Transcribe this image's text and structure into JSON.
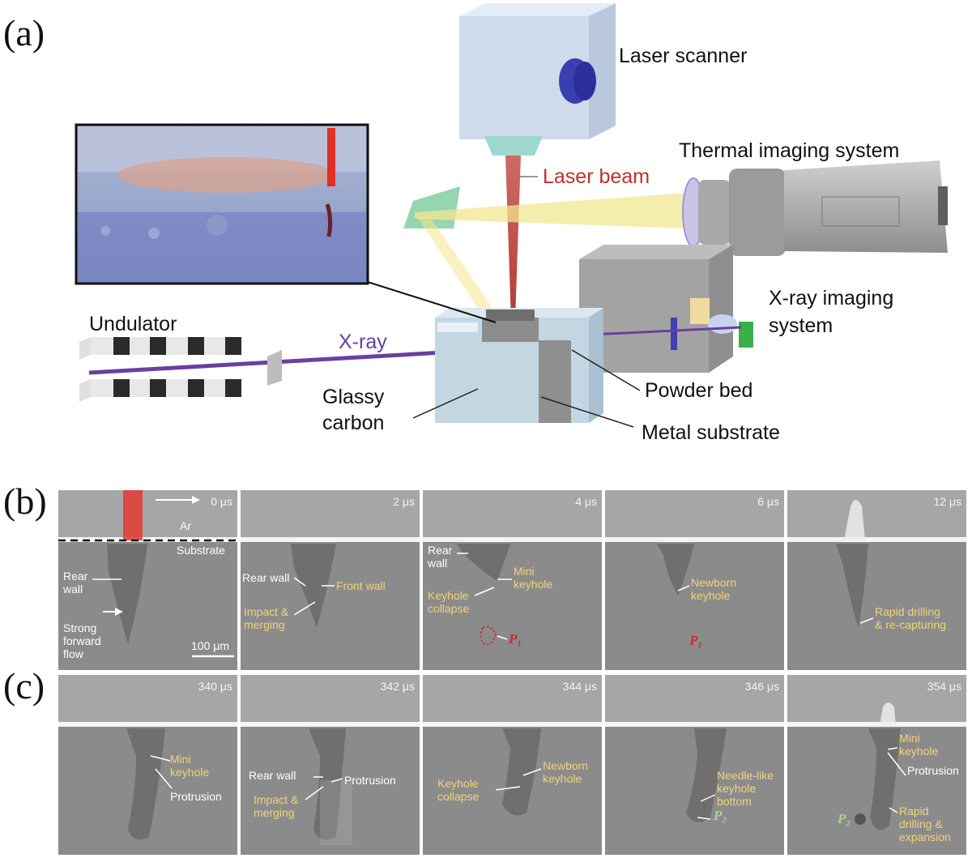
{
  "panel_a": {
    "letter": "(a)",
    "labels": {
      "laser_scanner": "Laser scanner",
      "thermal": "Thermal imaging system",
      "laser_beam": "Laser beam",
      "xray_imaging_1": "X-ray imaging",
      "xray_imaging_2": "system",
      "undulator": "Undulator",
      "xray": "X-ray",
      "powder_bed": "Powder bed",
      "glassy_1": "Glassy",
      "glassy_2": "carbon",
      "metal_substrate": "Metal substrate"
    },
    "colors": {
      "laser": "#c0302c",
      "xray": "#6b3fa0",
      "thermal": "#f2e790"
    }
  },
  "panel_b": {
    "letter": "(b)",
    "frames": [
      {
        "time": "0 μs",
        "ar": "Ar",
        "substrate": "Substrate",
        "rear_wall_1": "Rear",
        "rear_wall_2": "wall",
        "flow_1": "Strong",
        "flow_2": "forward",
        "flow_3": "flow",
        "scale": "100 μm"
      },
      {
        "time": "2 μs",
        "rear_wall": "Rear wall",
        "front_wall": "Front wall",
        "impact_1": "Impact &",
        "impact_2": "merging"
      },
      {
        "time": "4 μs",
        "rear_1": "Rear",
        "rear_2": "wall",
        "mini_1": "Mini",
        "mini_2": "keyhole",
        "collapse_1": "Keyhole",
        "collapse_2": "collapse",
        "p": "P₁"
      },
      {
        "time": "6 μs",
        "newborn_1": "Newborn",
        "newborn_2": "keyhole",
        "p": "P₁"
      },
      {
        "time": "12 μs",
        "rapid_1": "Rapid drilling",
        "rapid_2": "& re-capturing"
      }
    ]
  },
  "panel_c": {
    "letter": "(c)",
    "frames": [
      {
        "time": "340 μs",
        "mini_1": "Mini",
        "mini_2": "keyhole",
        "protrusion": "Protrusion"
      },
      {
        "time": "342 μs",
        "rear_wall": "Rear wall",
        "protrusion": "Protrusion",
        "impact_1": "Impact &",
        "impact_2": "merging"
      },
      {
        "time": "344 μs",
        "newborn_1": "Newborn",
        "newborn_2": "keyhole",
        "collapse_1": "Keyhole",
        "collapse_2": "collapse"
      },
      {
        "time": "346 μs",
        "needle_1": "Needle-like",
        "needle_2": "keyhole",
        "needle_3": "bottom",
        "p": "P₂"
      },
      {
        "time": "354 μs",
        "mini_1": "Mini",
        "mini_2": "keyhole",
        "protrusion": "Protrusion",
        "rapid_1": "Rapid",
        "rapid_2": "drilling &",
        "rapid_3": "expansion",
        "p": "P₂"
      }
    ]
  }
}
